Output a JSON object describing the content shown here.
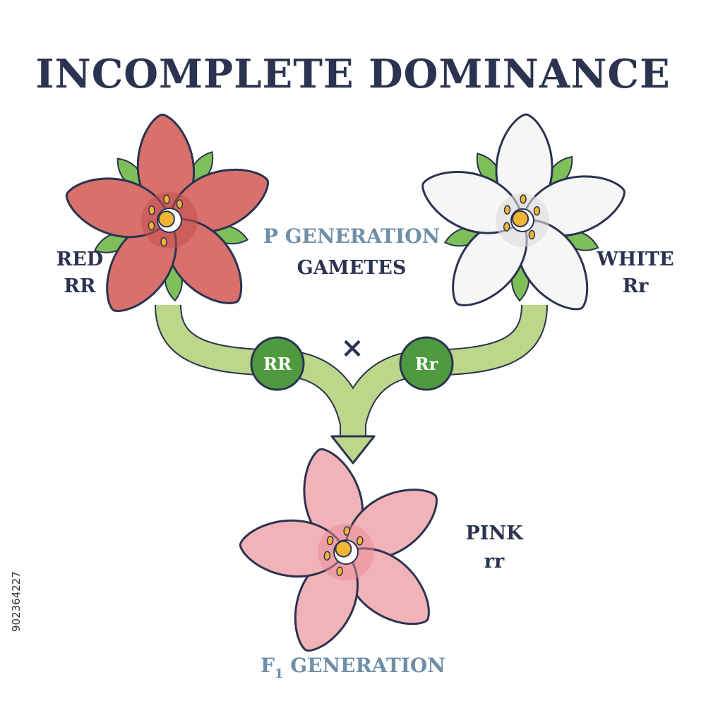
{
  "title": "INCOMPLETE DOMINANCE",
  "parent_left": {
    "name": "RED",
    "genotype": "RR"
  },
  "parent_right": {
    "name": "WHITE",
    "genotype": "Rr"
  },
  "center": {
    "line1": "P GENERATION",
    "line2": "GAMETES"
  },
  "gametes": {
    "left": "RR",
    "right": "Rr",
    "cross_symbol": "×"
  },
  "offspring": {
    "name": "PINK",
    "genotype": "rr"
  },
  "f1": {
    "prefix": "F",
    "sub": "1",
    "suffix": " GENERATION"
  },
  "stock_id": "902364227",
  "colors": {
    "red_petal": "#d8706c",
    "white_petal": "#f6f6f6",
    "pink_petal": "#f2b3b8",
    "arrow": "#bcd68a",
    "badge": "#4f9a3f",
    "text_dark": "#2b3350",
    "text_blue": "#6f8ea8"
  }
}
